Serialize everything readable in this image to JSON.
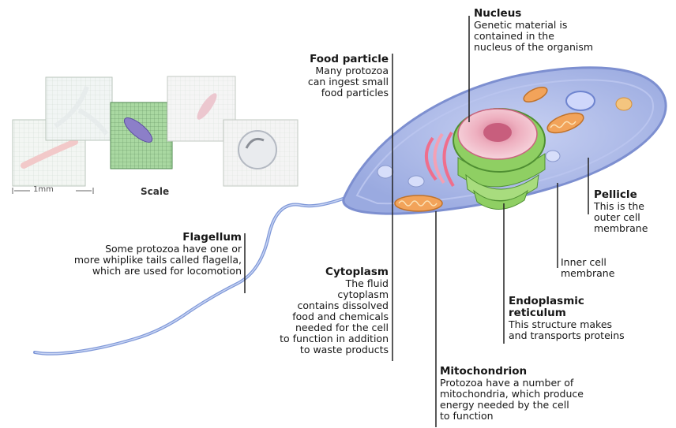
{
  "labels": {
    "food_particle": {
      "title": "Food particle",
      "desc": "Many protozoa\ncan ingest small\nfood particles"
    },
    "nucleus": {
      "title": "Nucleus",
      "desc": "Genetic material is\ncontained in the\nnucleus of the organism"
    },
    "pellicle": {
      "title": "Pellicle",
      "desc": "This is the\nouter cell\nmembrane"
    },
    "flagellum": {
      "title": "Flagellum",
      "desc": "Some protozoa have one or\nmore whiplike tails called flagella,\nwhich are used for locomotion"
    },
    "cytoplasm": {
      "title": "Cytoplasm",
      "desc": "The fluid\ncytoplasm\ncontains dissolved\nfood and chemicals\nneeded for the cell\nto function in addition\nto waste products"
    },
    "inner_membrane": {
      "desc": "Inner cell\nmembrane"
    },
    "endoplasmic_reticulum": {
      "title": "Endoplasmic\nreticulum",
      "desc": "This structure makes\nand transports proteins"
    },
    "mitochondrion": {
      "title": "Mitochondrion",
      "desc": "Protozoa have a number of\nmitochondria, which produce\nenergy needed by the cell\nto function"
    }
  },
  "scale": {
    "caption": "Scale",
    "bar_text": "1mm"
  },
  "colors": {
    "cell_body": "#aab8e6",
    "cell_edge": "#7d8fd0",
    "nucleus": "#e9a3b6",
    "er_green": "#8fcf63",
    "mito": "#f2a35a"
  }
}
